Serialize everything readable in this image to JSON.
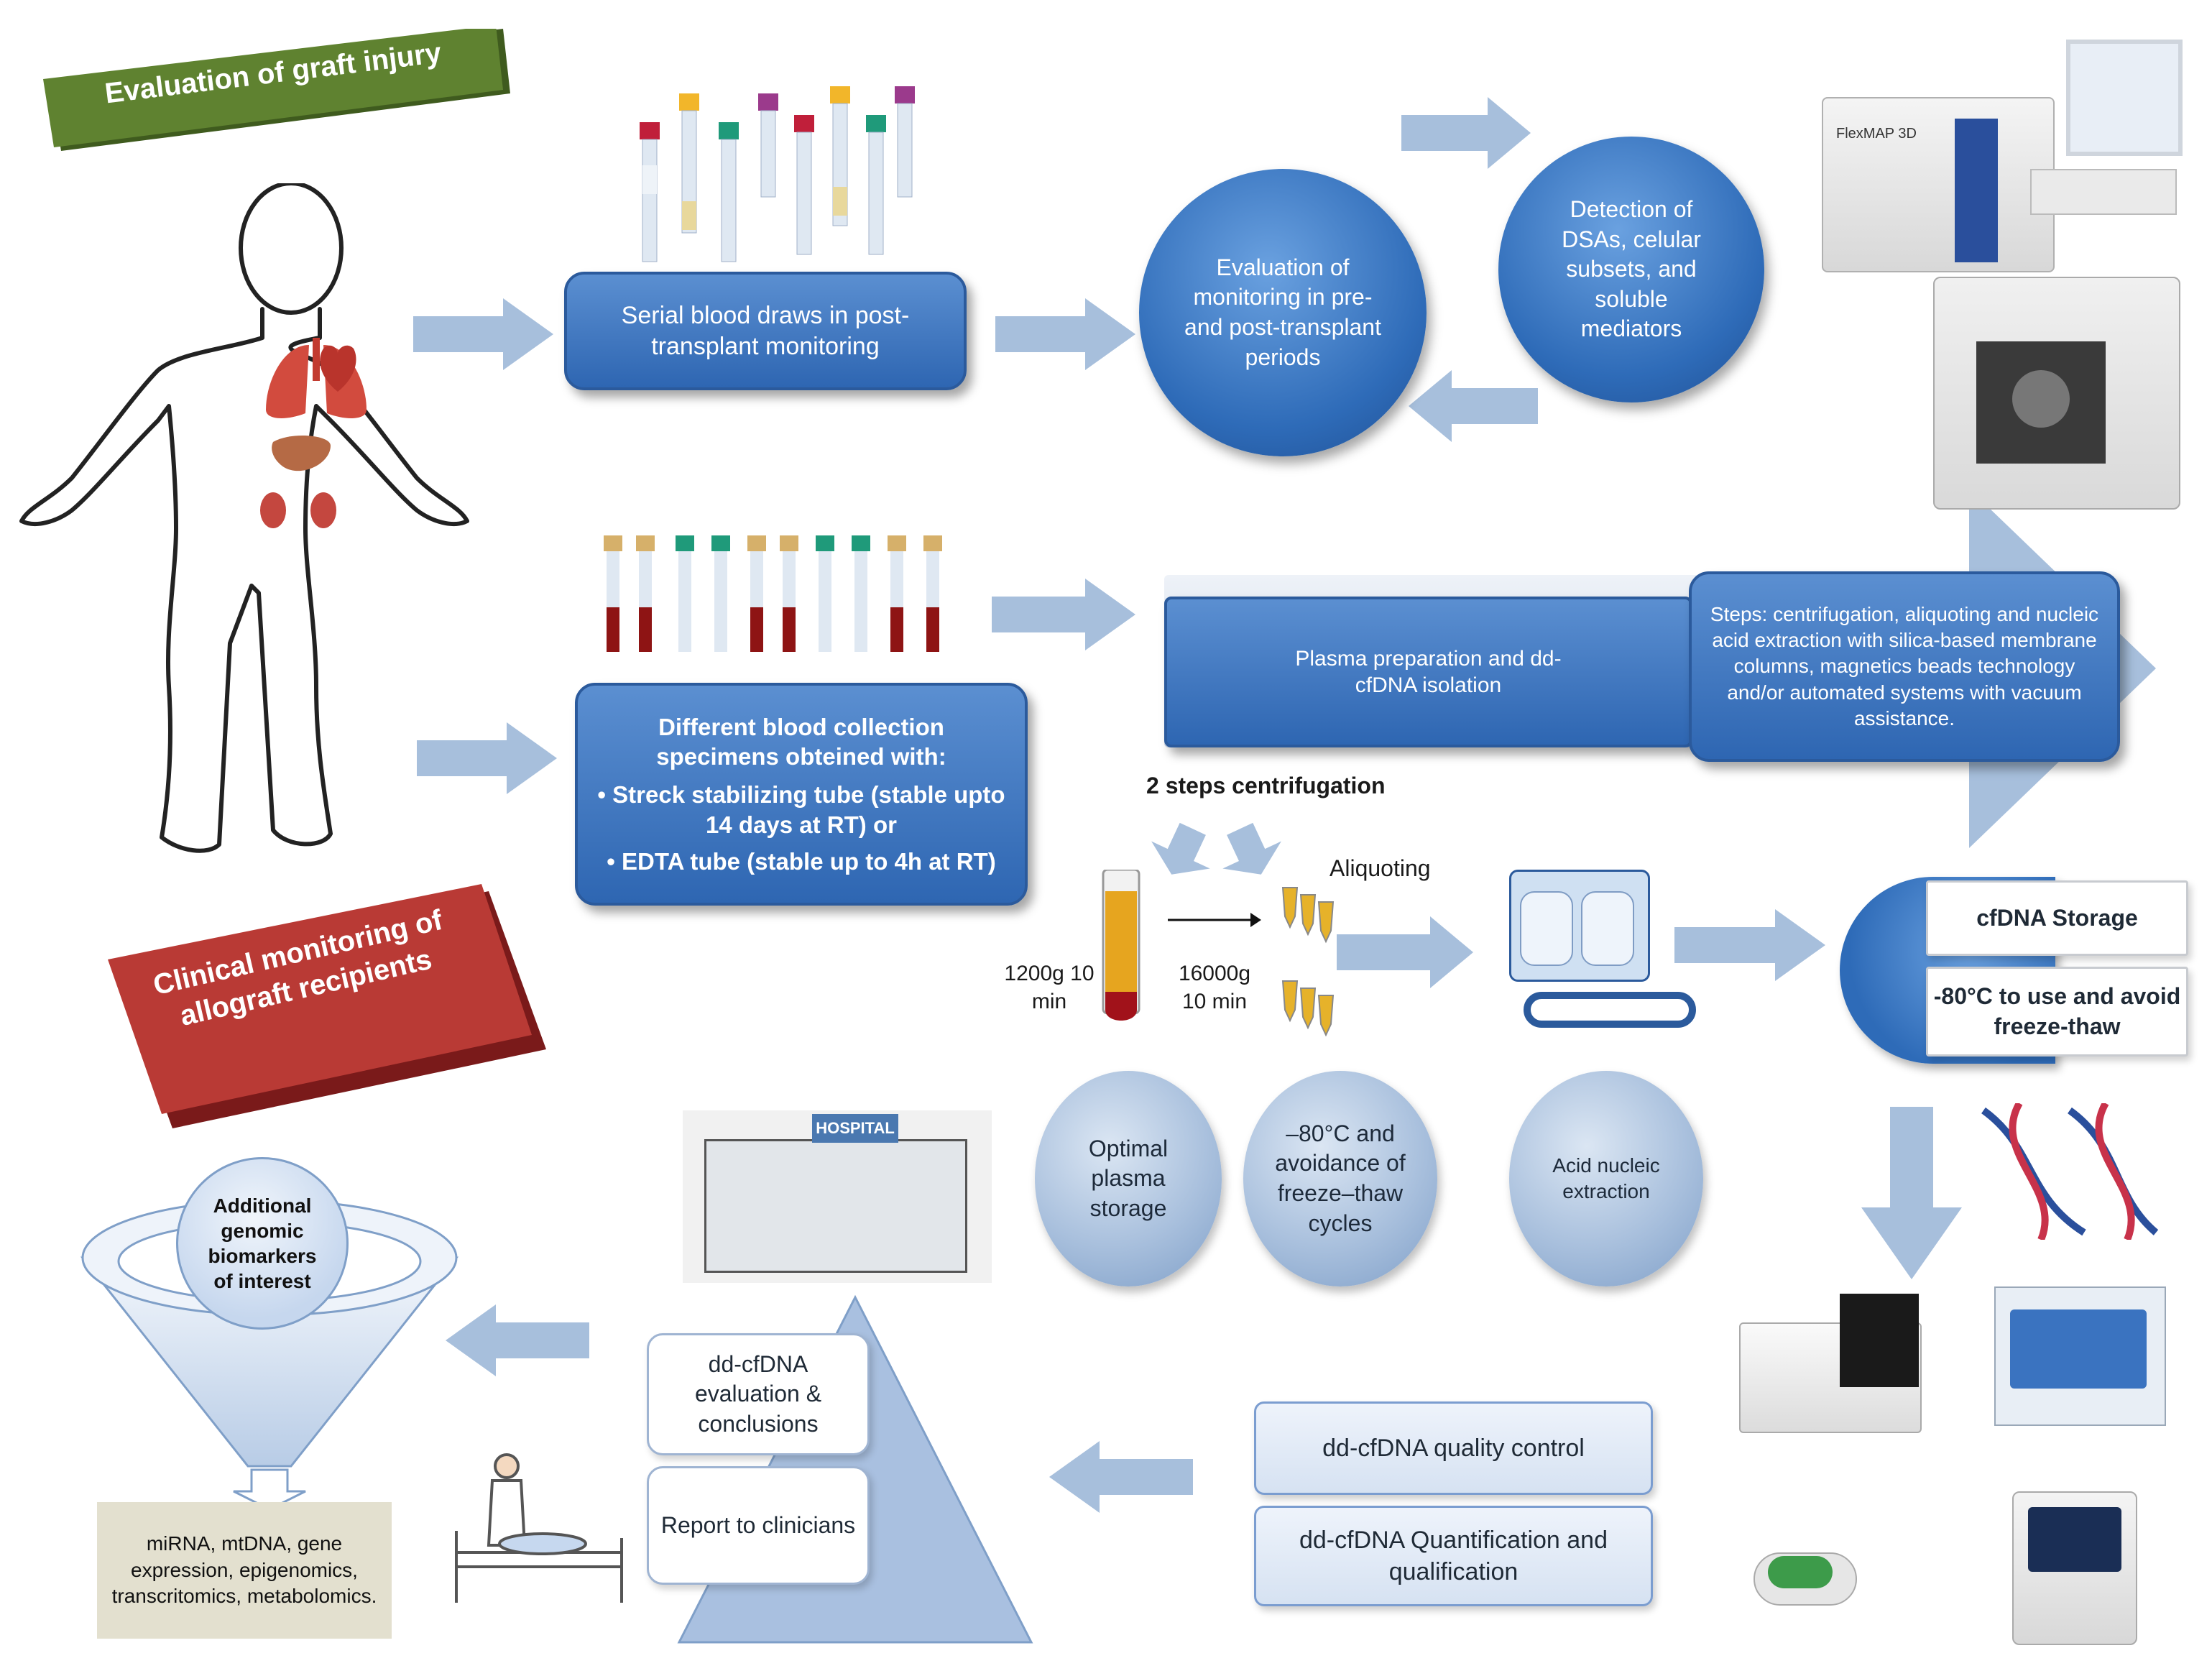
{
  "banners": {
    "evaluation": "Evaluation of graft injury",
    "clinical": "Clinical monitoring of allograft recipients"
  },
  "top_flow": {
    "serial_draws": "Serial blood draws in post-transplant monitoring",
    "evaluation_circle": "Evaluation of monitoring in pre- and post-transplant periods",
    "detection_circle": "Detection of DSAs, celular subsets, and soluble mediators"
  },
  "middle_flow": {
    "specimens_title": "Different blood collection specimens obteined  with:",
    "specimen_items": [
      "Streck stabilizing tube (stable upto 14 days at RT) or",
      "EDTA tube (stable up to 4h at RT)"
    ],
    "plasma_prep": "Plasma preparation and dd-cfDNA isolation",
    "steps": "Steps: centrifugation, aliquoting and nucleic acid extraction with silica-based membrane columns, magnetics beads technology and/or automated systems with vacuum assistance."
  },
  "centrifugation": {
    "title": "2 steps centrifugation",
    "aliquoting": "Aliquoting",
    "step1": "1200g 10 min",
    "step2": "16000g 10 min"
  },
  "storage": {
    "title": "cfDNA Storage",
    "detail": "-80°C to use and avoid freeze-thaw"
  },
  "small_circles": {
    "optimal": "Optimal plasma storage",
    "freeze": "–80°C and avoidance of freeze–thaw cycles",
    "acid": "Acid nucleic extraction"
  },
  "quality": {
    "qc": "dd-cfDNA quality control",
    "quant": "dd-cfDNA Quantification and qualification"
  },
  "pyramid": {
    "evaluation": "dd-cfDNA evaluation & conclusions",
    "report": "Report to clinicians"
  },
  "funnel": {
    "center": "Additional genomic biomarkers of interest",
    "output": "miRNA, mtDNA, gene expression, epigenomics, transcritomics, metabolomics."
  },
  "labels": {
    "hospital_sign": "HOSPITAL",
    "instrument1": "FlexMAP 3D"
  }
}
